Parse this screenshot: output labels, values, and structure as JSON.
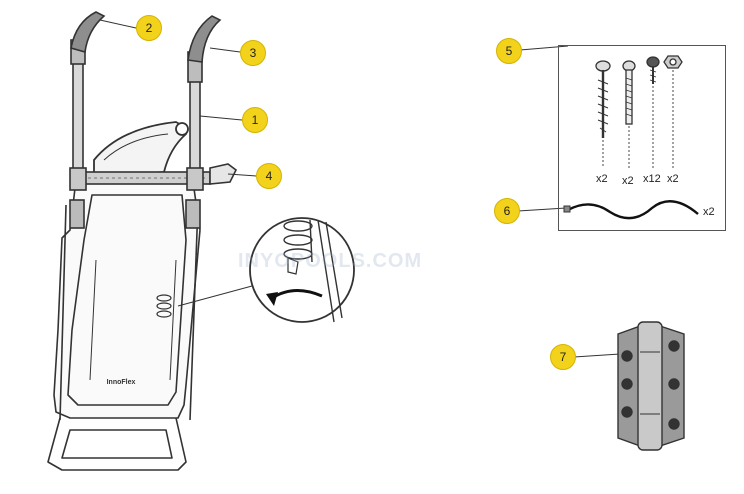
{
  "watermark": "INYOPOOLS.COM",
  "unit_logo": "InnoFlex",
  "callouts": [
    {
      "id": "1",
      "label": "1"
    },
    {
      "id": "2",
      "label": "2"
    },
    {
      "id": "3",
      "label": "3"
    },
    {
      "id": "4",
      "label": "4"
    },
    {
      "id": "5",
      "label": "5"
    },
    {
      "id": "6",
      "label": "6"
    },
    {
      "id": "7",
      "label": "7"
    }
  ],
  "hardware_quantities": [
    "x2",
    "x2",
    "x12",
    "x2"
  ],
  "cord_quantity": "x2",
  "colors": {
    "callout_fill": "#f3d21b",
    "line": "#333333"
  }
}
